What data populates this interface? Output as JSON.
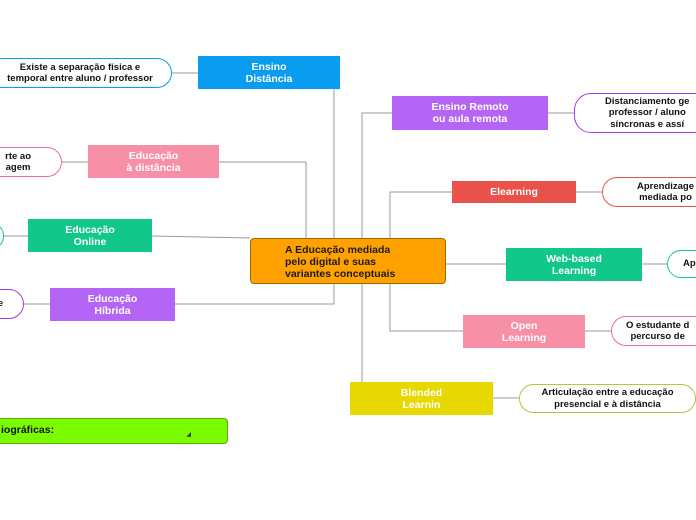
{
  "center": {
    "label": "A Educação mediada\npelo digital e suas\nvariantes conceptuais"
  },
  "left_branches": [
    {
      "label": "Ensino\nDistância",
      "color": "#0a9cee",
      "leaf": "Existe a separação física e\ntemporal entre aluno / professor",
      "leaf_border": "#0a9cee"
    },
    {
      "label": "Educação\nà distância",
      "color": "#f78fa7",
      "leaf": "rte ao\nagem",
      "leaf_border": "#f06b8e"
    },
    {
      "label": "Educação\nOnline",
      "color": "#11c88a",
      "leaf": "",
      "leaf_border": "#11c88a"
    },
    {
      "label": "Educação\nHíbrida",
      "color": "#b565f5",
      "leaf": "e",
      "leaf_border": "#9b3de8"
    }
  ],
  "right_branches": [
    {
      "label": "Ensino Remoto\nou aula remota",
      "color": "#b565f5",
      "leaf": "Distanciamento ge\nprofessor / aluno\nsíncronas e assí",
      "leaf_border": "#9b3de8"
    },
    {
      "label": "Elearning",
      "color": "#e8524a",
      "leaf": "Aprendizage\nmediada po",
      "leaf_border": "#e8524a"
    },
    {
      "label": "Web-based\nLearning",
      "color": "#11c88a",
      "leaf": "Ap",
      "leaf_border": "#11c88a"
    },
    {
      "label": "Open\nLearning",
      "color": "#f78fa7",
      "leaf": "O estudante d\npercurso de",
      "leaf_border": "#f06b8e"
    },
    {
      "label": "Blended\nLearnin",
      "color": "#e6d800",
      "leaf": "Articulação entre a educação\npresencial e à distância",
      "leaf_border": "#b5c740"
    }
  ],
  "references": {
    "label": "iográficas:",
    "color": "#7cfc00"
  }
}
